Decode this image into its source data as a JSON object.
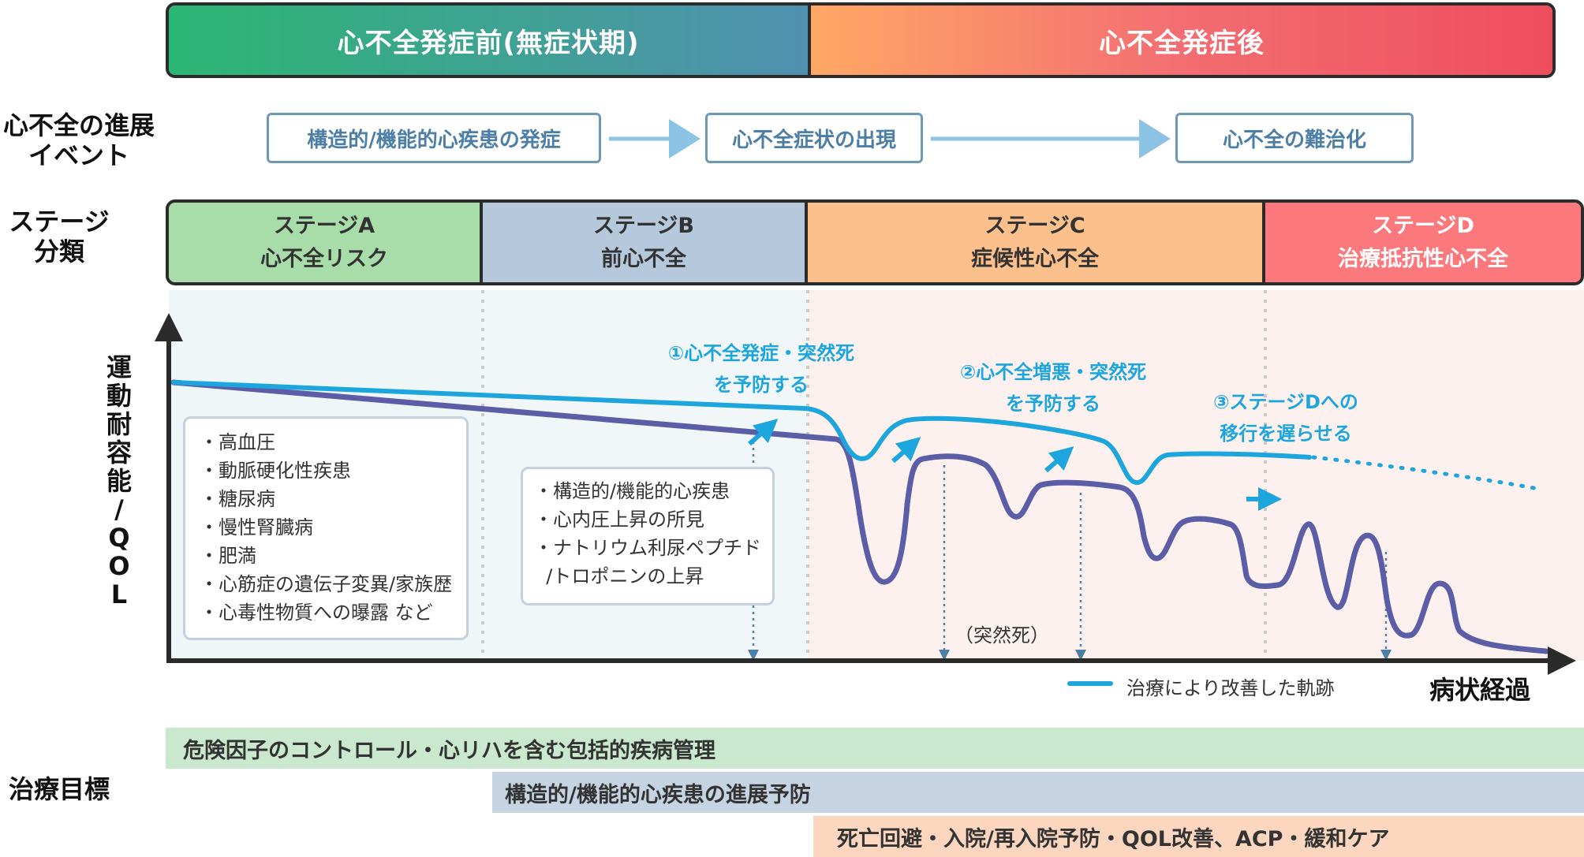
{
  "phases": {
    "pre": "心不全発症前(無症状期)",
    "post": "心不全発症後"
  },
  "side_labels": {
    "events": [
      "心不全の進展",
      "イベント"
    ],
    "stage": [
      "ステージ",
      "分類"
    ],
    "goals": "治療目標"
  },
  "events": [
    "構造的/機能的心疾患の発症",
    "心不全症状の出現",
    "心不全の難治化"
  ],
  "stages": [
    {
      "name": "ステージA",
      "desc": "心不全リスク"
    },
    {
      "name": "ステージB",
      "desc": "前心不全"
    },
    {
      "name": "ステージC",
      "desc": "症候性心不全"
    },
    {
      "name": "ステージD",
      "desc": "治療抵抗性心不全"
    }
  ],
  "axes": {
    "y_label": [
      "運",
      "動",
      "耐",
      "容",
      "能",
      "/",
      "Q",
      "O",
      "L"
    ],
    "x_label": "病状経過"
  },
  "risk_factors_a": [
    "・高血圧",
    "・動脈硬化性疾患",
    "・糖尿病",
    "・慢性腎臓病",
    "・肥満",
    "・心筋症の遺伝子変異/家族歴",
    "・心毒性物質への曝露 など"
  ],
  "findings_b": [
    "・構造的/機能的心疾患",
    "・心内圧上昇の所見",
    "・ナトリウム利尿ペプチド",
    "  /トロポニンの上昇"
  ],
  "annotations": {
    "a1": [
      "①心不全発症・突然死",
      "を予防する"
    ],
    "a2": [
      "②心不全増悪・突然死",
      "を予防する"
    ],
    "a3": [
      "③ステージDへの",
      "移行を遅らせる"
    ]
  },
  "sudden_death": "（突然死）",
  "legend": "治療により改善した軌跡",
  "goals": [
    "危険因子のコントロール・心リハを含む包括的疾病管理",
    "構造的/機能的心疾患の進展予防",
    "死亡回避・入院/再入院予防・QOL改善、ACP・緩和ケア"
  ],
  "colors": {
    "natural_course": "#5b5ea6",
    "improved_course": "#1da6dd",
    "event_border": "#6d98b6"
  }
}
